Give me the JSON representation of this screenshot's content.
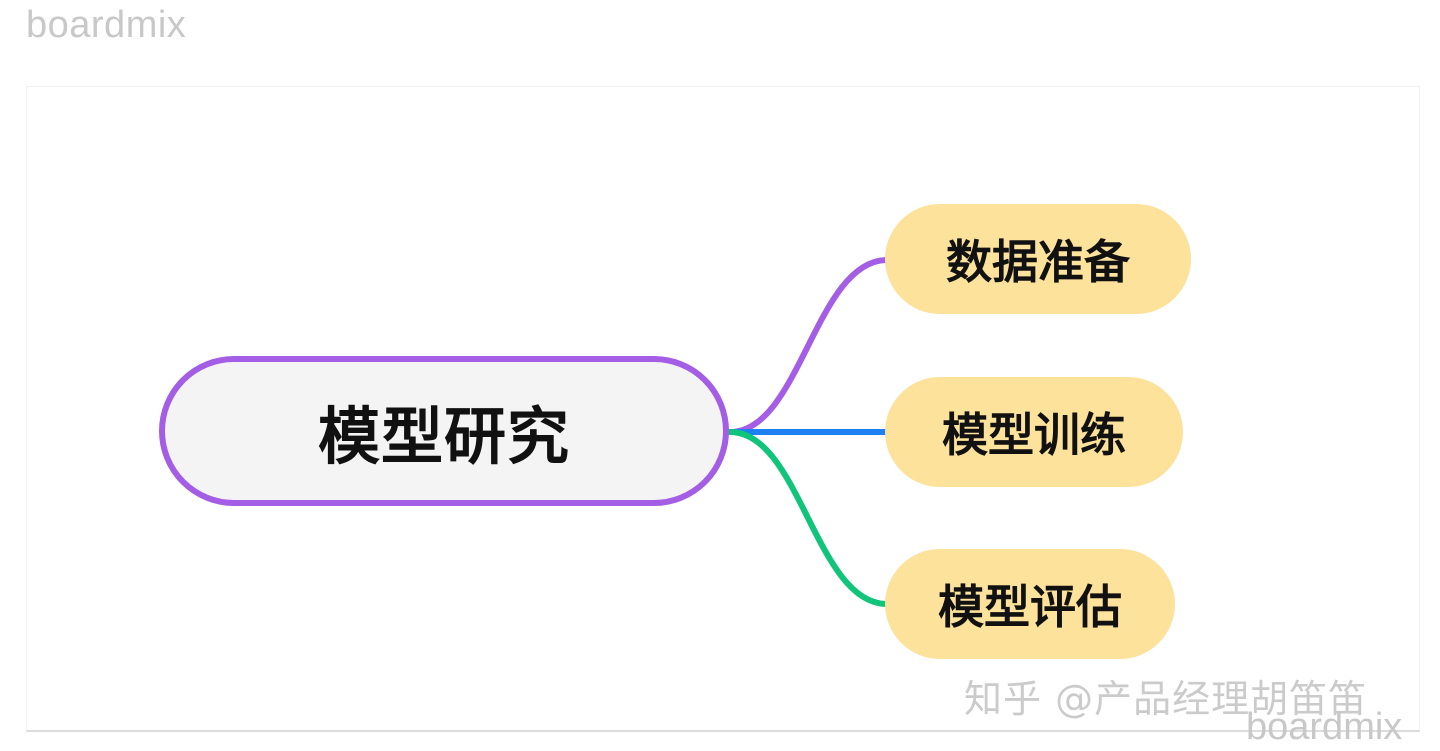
{
  "watermark_top": "boardmix",
  "watermark_bottom": "boardmix",
  "watermark_zhihu": "知乎 @产品经理胡笛笛",
  "mindmap": {
    "root": {
      "label": "模型研究",
      "border_color": "#a45ee5",
      "fill": "#f4f4f4"
    },
    "children": [
      {
        "label": "数据准备",
        "connector_color": "#a45ee5"
      },
      {
        "label": "模型训练",
        "connector_color": "#1e7ff0"
      },
      {
        "label": "模型评估",
        "connector_color": "#10c47a"
      }
    ],
    "child_fill": "#fde29b"
  }
}
